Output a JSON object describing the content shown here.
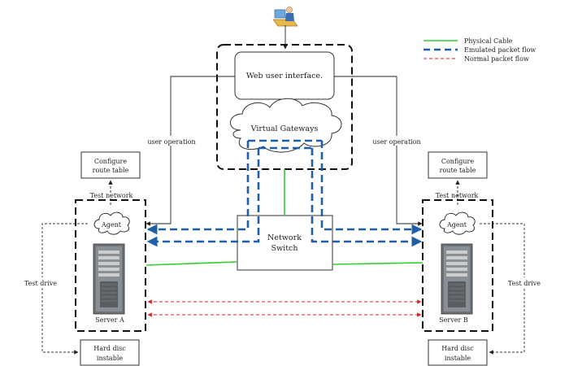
{
  "legend": {
    "physical_cable": "Physical Cable",
    "emulated_flow": "Emulated packet flow",
    "normal_flow": "Normal packet flow"
  },
  "web_ui": "Web user interface.",
  "virtual_gateways": "Virtual Gateways",
  "network_switch": [
    "Network",
    "Switch"
  ],
  "user_operation_left": "user operation",
  "user_operation_right": "user operation",
  "left": {
    "configure": [
      "Configure",
      "route table"
    ],
    "test_network": "Test network",
    "agent": "Agent",
    "server": "Server A",
    "test_drive": "Test drive",
    "hard_disc": [
      "Hard disc",
      "instable"
    ]
  },
  "right": {
    "configure": [
      "Configure",
      "route table"
    ],
    "test_network": "Test network",
    "agent": "Agent",
    "server": "Server B",
    "test_drive": "Test drive",
    "hard_disc": [
      "Hard disc",
      "instable"
    ]
  },
  "colors": {
    "physical_cable": "#33cc33",
    "emulated_flow": "#1f5fa8",
    "normal_flow": "#dd2222"
  },
  "icons": {
    "user": "user-at-computer-icon",
    "cloud": "cloud-icon",
    "server": "server-tower-icon"
  }
}
